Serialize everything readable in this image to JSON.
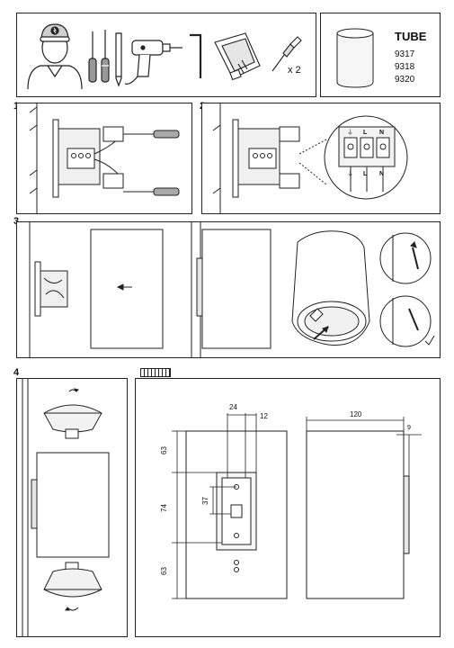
{
  "header": {
    "product_name": "TUBE",
    "model_numbers": [
      "9317",
      "9318",
      "9320"
    ],
    "screw_quantity": "x 2"
  },
  "steps": [
    {
      "number": "1"
    },
    {
      "number": "2"
    },
    {
      "number": "3"
    },
    {
      "number": "4"
    }
  ],
  "terminal_labels": {
    "ground_symbol": "⏚",
    "live": "L",
    "neutral": "N"
  },
  "dimensions": {
    "top_width": "24",
    "top_offset": "12",
    "depth": "120",
    "wall_gap": "9",
    "upper_height": "63",
    "middle_height": "74",
    "lower_height": "63",
    "plate_height": "37"
  },
  "colors": {
    "line": "#222222",
    "fill_gray": "#f3f3f3",
    "shadow": "#e8e8e8"
  }
}
